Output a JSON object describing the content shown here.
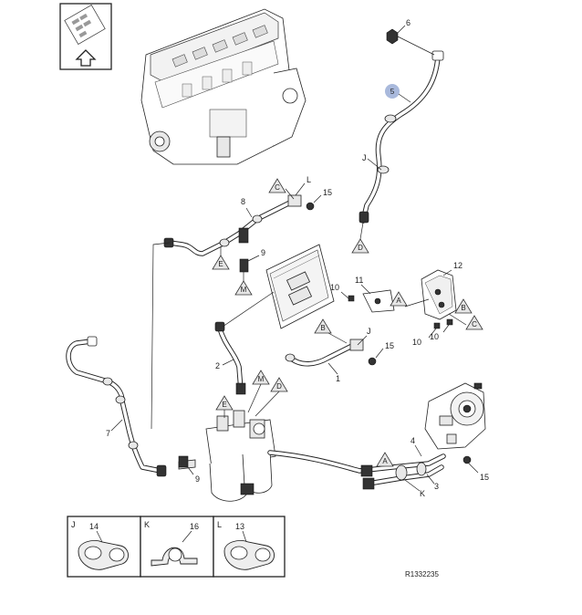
{
  "reference": "R1332235",
  "callout_highlight_color": "#a9b9dc",
  "part_numbers": {
    "p1": "1",
    "p2": "2",
    "p3": "3",
    "p4": "4",
    "p5": "5",
    "p6": "6",
    "p7": "7",
    "p8": "8",
    "p9a": "9",
    "p9b": "9",
    "p10a": "10",
    "p10b": "10",
    "p10c": "10",
    "p11": "11",
    "p12": "12",
    "p15a": "15",
    "p15b": "15",
    "p15c": "15"
  },
  "connection_letters": {
    "J_top": "J",
    "L_top": "L",
    "J_mid": "J",
    "K_bot": "K",
    "tri_C1": "C",
    "tri_D1": "D",
    "tri_E1": "E",
    "tri_M1": "M",
    "tri_A1": "A",
    "tri_B1": "B",
    "tri_C2": "C",
    "tri_B2": "B",
    "tri_M2": "M",
    "tri_D2": "D",
    "tri_E2": "E",
    "tri_A2": "A"
  },
  "detail_boxes": [
    {
      "letter": "J",
      "part": "14"
    },
    {
      "letter": "K",
      "part": "16"
    },
    {
      "letter": "L",
      "part": "13"
    }
  ],
  "icon_box": {
    "symbol": "arrow-up-icon"
  }
}
